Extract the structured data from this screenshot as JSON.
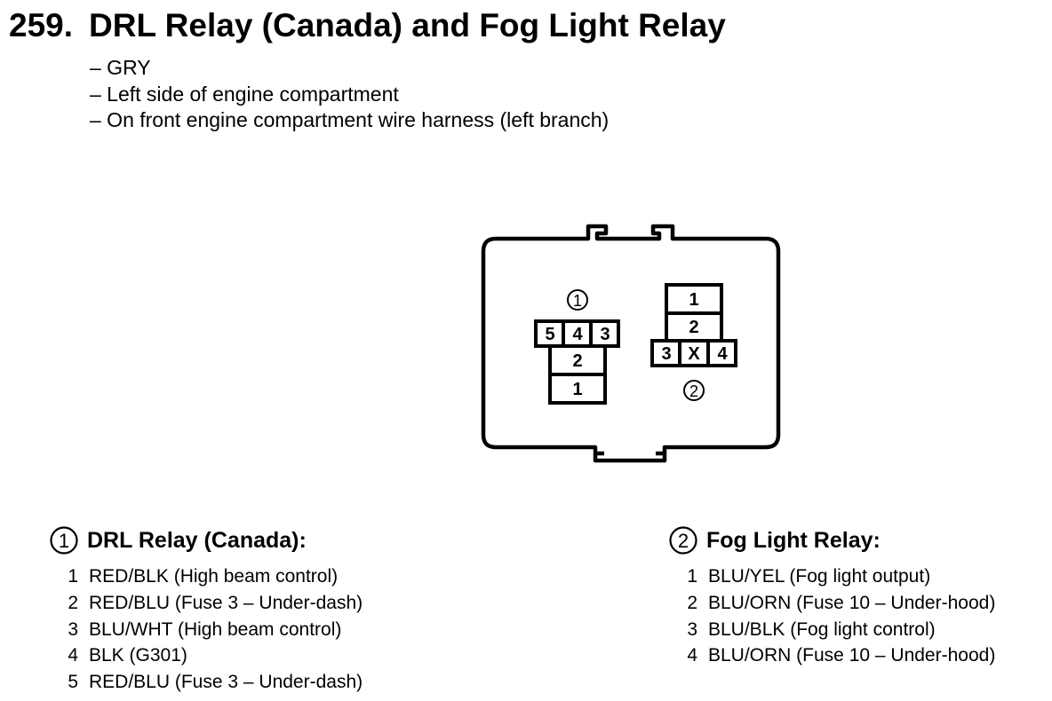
{
  "header": {
    "number": "259.",
    "title": "DRL Relay (Canada) and Fog Light Relay"
  },
  "notes": [
    "– GRY",
    "– Left side of engine compartment",
    "– On front engine compartment wire harness (left branch)"
  ],
  "diagram": {
    "drl_connector": {
      "marker": "1",
      "top_row": [
        "5",
        "4",
        "3"
      ],
      "cells": [
        "2",
        "1"
      ]
    },
    "fog_connector": {
      "marker": "2",
      "cells": [
        "1",
        "2"
      ],
      "bottom_row": [
        "3",
        "X",
        "4"
      ]
    }
  },
  "legends": [
    {
      "marker": "1",
      "title": "DRL Relay (Canada):",
      "pins": [
        {
          "pin": "1",
          "wire": "RED/BLK (High beam control)"
        },
        {
          "pin": "2",
          "wire": "RED/BLU (Fuse 3 – Under-dash)"
        },
        {
          "pin": "3",
          "wire": "BLU/WHT (High beam control)"
        },
        {
          "pin": "4",
          "wire": "BLK (G301)"
        },
        {
          "pin": "5",
          "wire": "RED/BLU (Fuse 3 – Under-dash)"
        }
      ]
    },
    {
      "marker": "2",
      "title": "Fog Light Relay:",
      "pins": [
        {
          "pin": "1",
          "wire": "BLU/YEL (Fog light output)"
        },
        {
          "pin": "2",
          "wire": "BLU/ORN (Fuse 10 – Under-hood)"
        },
        {
          "pin": "3",
          "wire": "BLU/BLK (Fog light control)"
        },
        {
          "pin": "4",
          "wire": "BLU/ORN (Fuse 10 – Under-hood)"
        }
      ]
    }
  ]
}
